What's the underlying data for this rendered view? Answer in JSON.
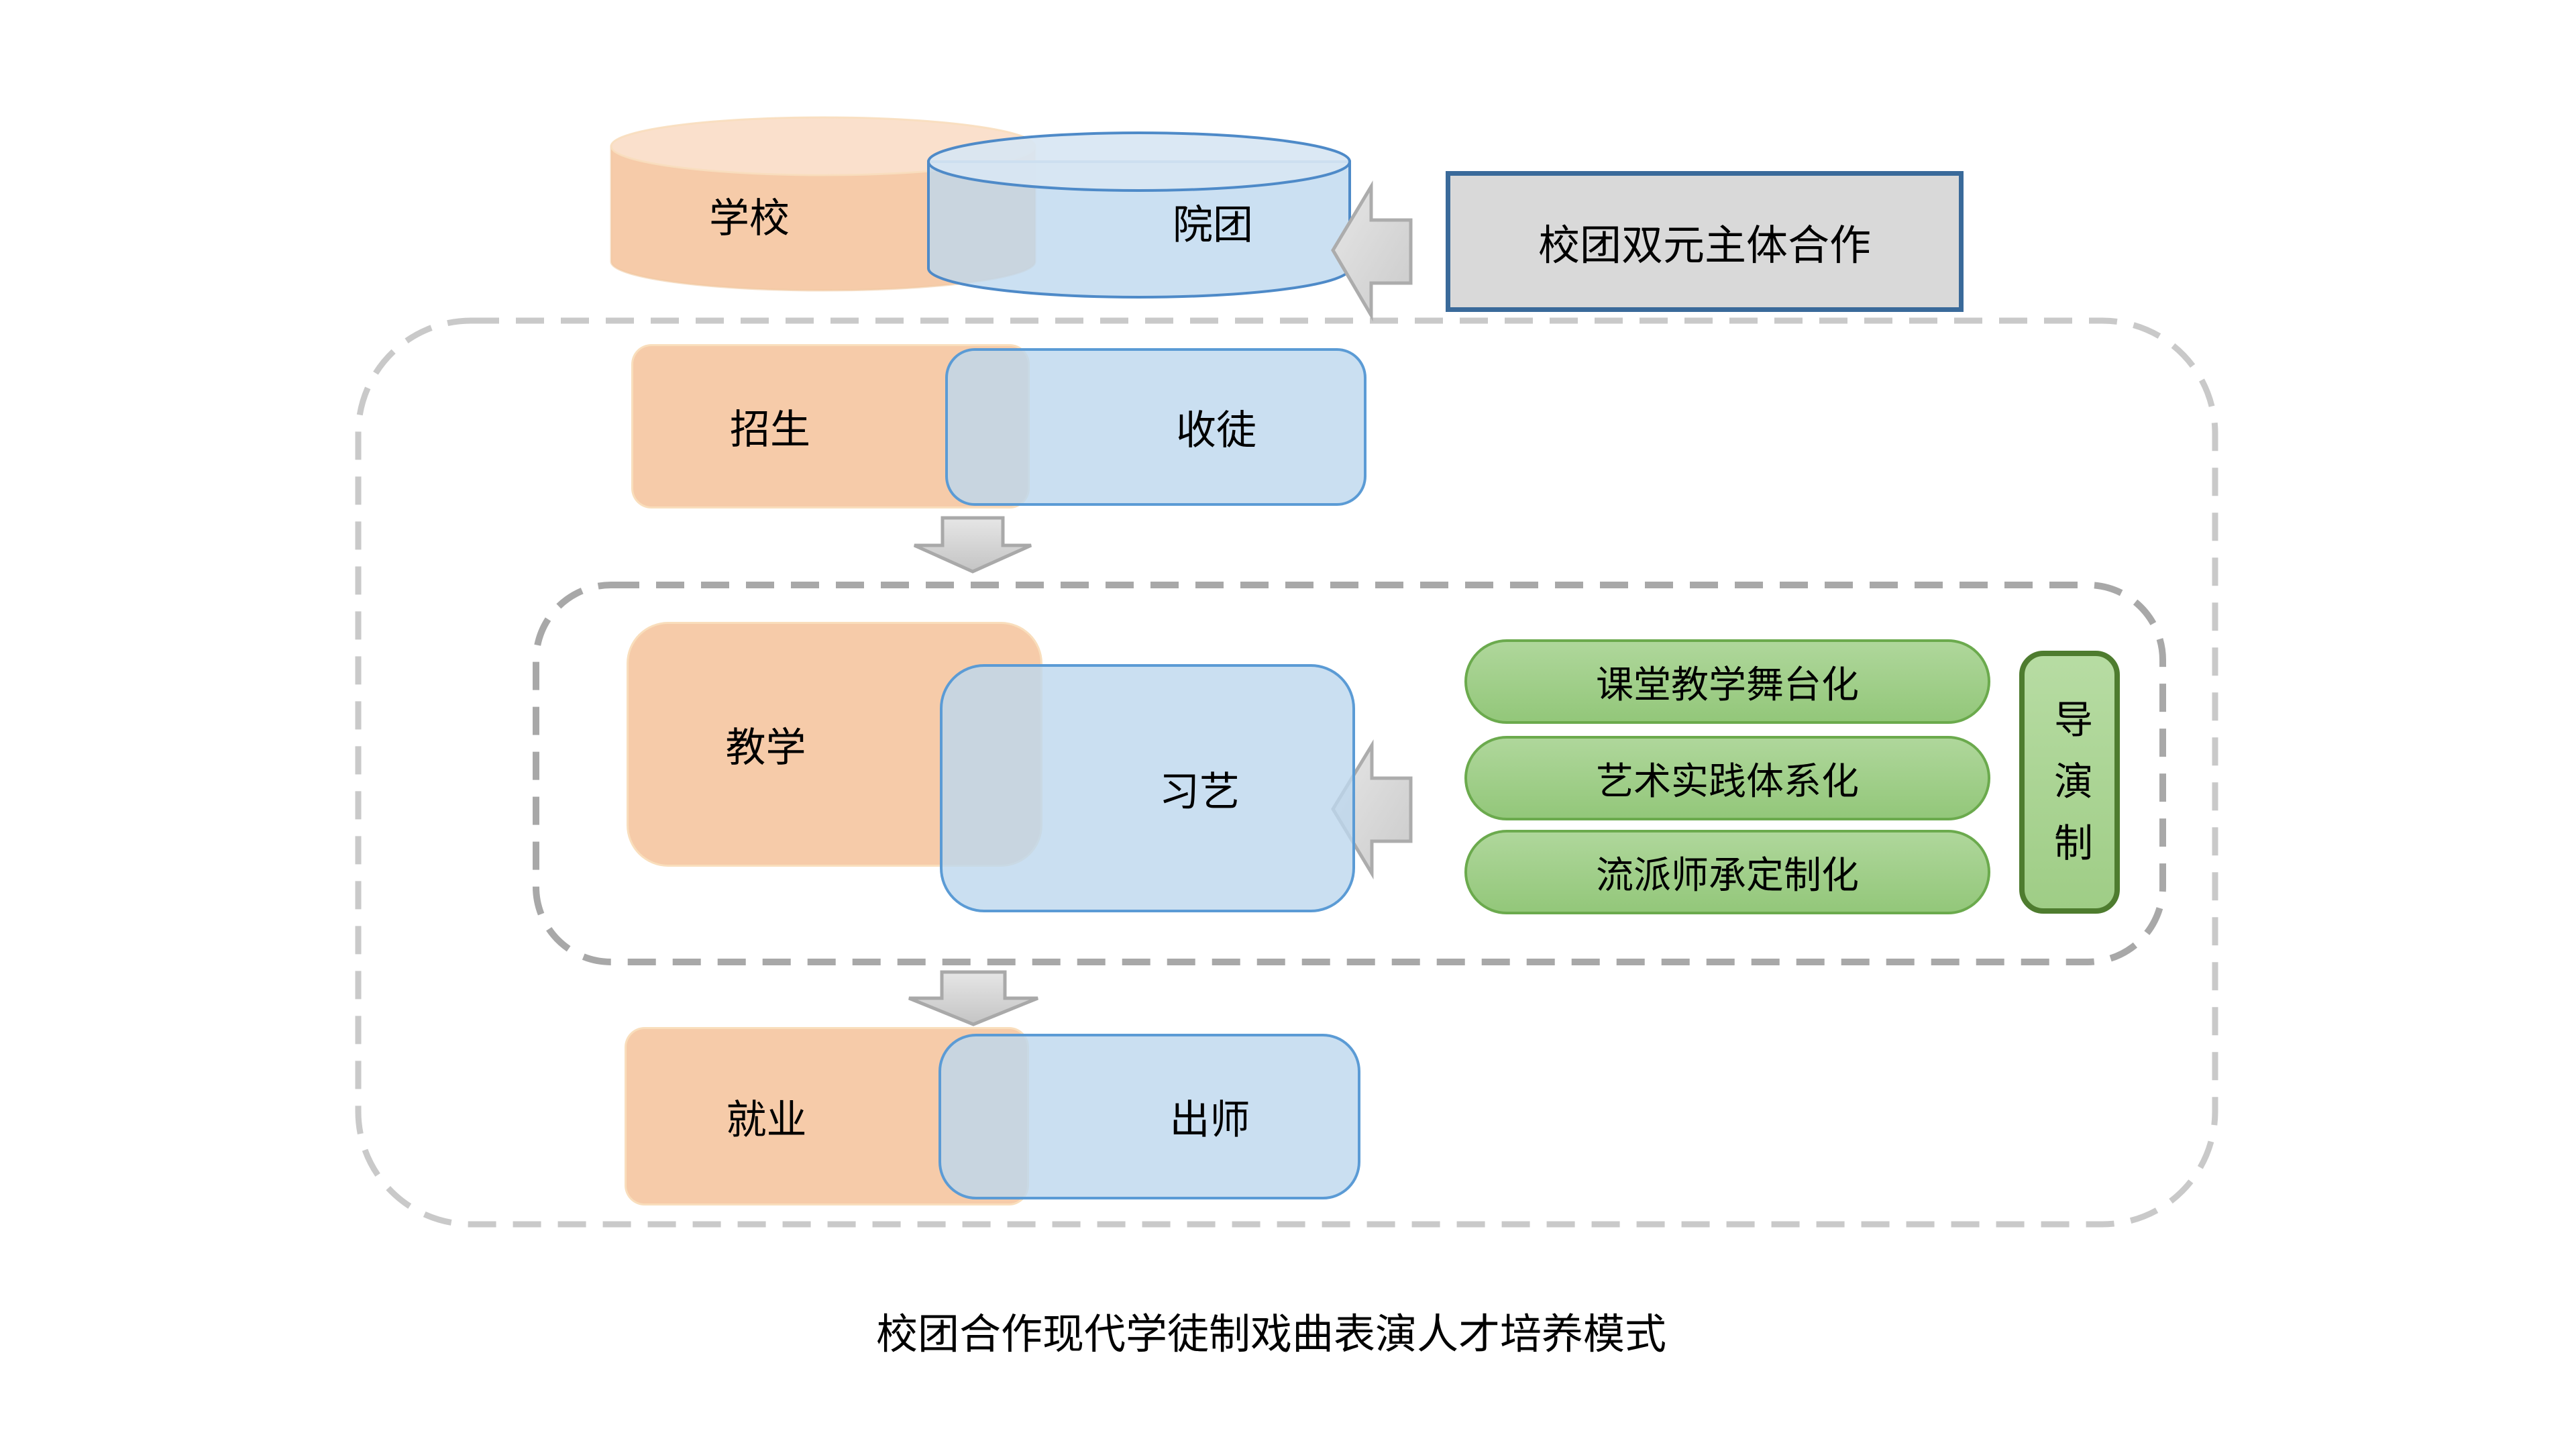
{
  "diagram_title": "校团合作现代学徒制戏曲表演人才培养模式",
  "entities": {
    "school": "学校",
    "troupe": "院团"
  },
  "cooperation_label": "校团双元主体合作",
  "stages": [
    {
      "school": "招生",
      "troupe": "收徒"
    },
    {
      "school": "教学",
      "troupe": "习艺"
    },
    {
      "school": "就业",
      "troupe": "出师"
    }
  ],
  "teaching_methods": [
    "课堂教学舞台化",
    "艺术实践体系化",
    "流派师承定制化"
  ],
  "director_system_label": "导演制",
  "colors": {
    "school_fill": "#F6CBA9",
    "school_top": "#FAE0CC",
    "troupe_fill": "#BDD7EE",
    "troupe_border": "#5B9BD5",
    "method_fill": "#A9D18E",
    "method_border": "#6BAA4D",
    "director_border": "#4E7C2F",
    "cooperation_fill": "#D9D9D9",
    "cooperation_border": "#3A6A9A",
    "arrow_fill": "#D8D8D8",
    "arrow_border": "#ACACAC",
    "outer_dash": "#C9C9C9",
    "inner_dash": "#A8A8A8"
  }
}
